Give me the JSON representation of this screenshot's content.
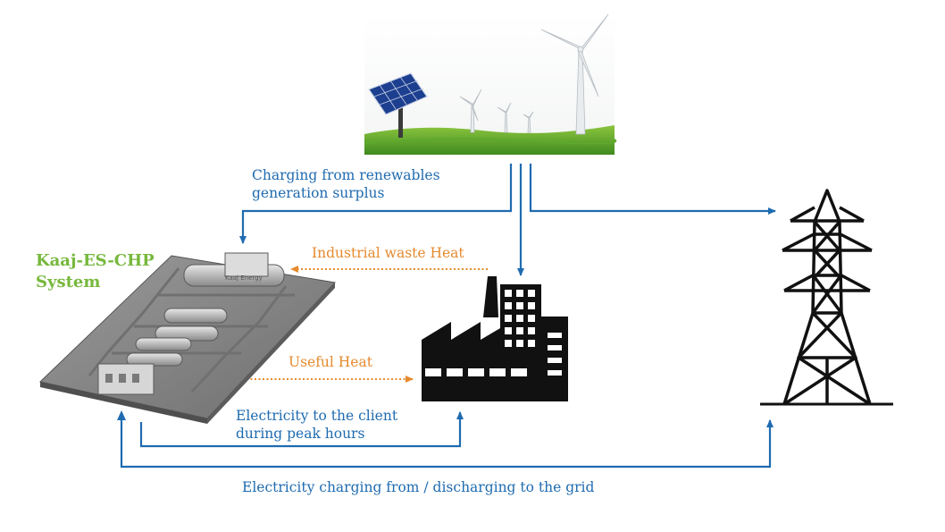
{
  "system": {
    "title_line1": "Kaaj-ES-CHP",
    "title_line2": "System",
    "tank_label": "Kaaj Energy"
  },
  "labels": {
    "charging_renewables_line1": "Charging from renewables",
    "charging_renewables_line2": "generation surplus",
    "industrial_waste_heat": "Industrial waste Heat",
    "useful_heat": "Useful Heat",
    "electricity_client_line1": "Electricity to the client",
    "electricity_client_line2": "during peak hours",
    "grid_flow": "Electricity charging from / discharging to the grid"
  },
  "colors": {
    "electric_flow": "#1f6bb0",
    "heat_flow": "#e68a2e",
    "system_title": "#76b83c"
  },
  "icons": [
    "solar-panel-icon",
    "wind-turbine-icon",
    "factory-icon",
    "transmission-tower-icon",
    "storage-system-icon"
  ]
}
